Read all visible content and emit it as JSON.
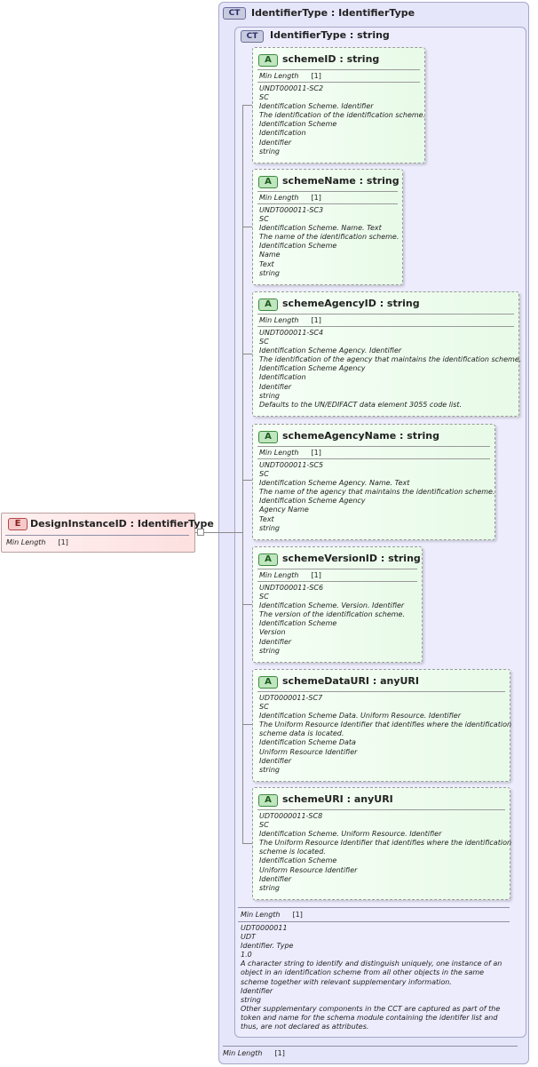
{
  "outer_type": {
    "badge": "CT",
    "title": "IdentifierType : IdentifierType"
  },
  "inner_type": {
    "badge": "CT",
    "title": "IdentifierType : string"
  },
  "attributes": [
    {
      "badge": "A",
      "title": "schemeID : string",
      "min_length_label": "Min Length",
      "min_length_value": "[1]",
      "lines": "UNDT000011-SC2\nSC\nIdentification Scheme. Identifier\nThe identification of the identification scheme.\nIdentification Scheme\nIdentification\nIdentifier\nstring"
    },
    {
      "badge": "A",
      "title": "schemeName : string",
      "min_length_label": "Min Length",
      "min_length_value": "[1]",
      "lines": "UNDT000011-SC3\nSC\nIdentification Scheme. Name. Text\nThe name of the identification scheme.\nIdentification Scheme\nName\nText\nstring"
    },
    {
      "badge": "A",
      "title": "schemeAgencyID : string",
      "min_length_label": "Min Length",
      "min_length_value": "[1]",
      "lines": "UNDT000011-SC4\nSC\nIdentification Scheme Agency. Identifier\nThe identification of the agency that maintains the identification scheme.\nIdentification Scheme Agency\nIdentification\nIdentifier\nstring\nDefaults to the UN/EDIFACT data element 3055 code list."
    },
    {
      "badge": "A",
      "title": "schemeAgencyName : string",
      "min_length_label": "Min Length",
      "min_length_value": "[1]",
      "lines": "UNDT000011-SC5\nSC\nIdentification Scheme Agency. Name. Text\nThe name of the agency that maintains the identification scheme.\nIdentification Scheme Agency\nAgency Name\nText\nstring"
    },
    {
      "badge": "A",
      "title": "schemeVersionID : string",
      "min_length_label": "Min Length",
      "min_length_value": "[1]",
      "lines": "UNDT000011-SC6\nSC\nIdentification Scheme. Version. Identifier\nThe version of the identification scheme.\nIdentification Scheme\nVersion\nIdentifier\nstring"
    },
    {
      "badge": "A",
      "title": "schemeDataURI : anyURI",
      "lines": "UDT0000011-SC7\nSC\nIdentification Scheme Data. Uniform Resource. Identifier\nThe Uniform Resource Identifier that identifies where the identification\nscheme data is located.\nIdentification Scheme Data\nUniform Resource Identifier\nIdentifier\nstring"
    },
    {
      "badge": "A",
      "title": "schemeURI : anyURI",
      "lines": "UDT0000011-SC8\nSC\nIdentification Scheme. Uniform Resource. Identifier\nThe Uniform Resource Identifier that identifies where the identification\nscheme is located.\nIdentification Scheme\nUniform Resource Identifier\nIdentifier\nstring"
    }
  ],
  "inner_footer": {
    "min_length_label": "Min Length",
    "min_length_value": "[1]",
    "lines": "UDT0000011\nUDT\nIdentifier. Type\n1.0\nA character string to identify and distinguish uniquely, one instance of an\nobject in an identification scheme from all other objects in the same\nscheme together with relevant supplementary information.\nIdentifier\nstring\nOther supplementary components in the CCT are captured as part of the\ntoken and name for the schema module containing the identifer list and\nthus, are not declared as attributes."
  },
  "outer_footer": {
    "min_length_label": "Min Length",
    "min_length_value": "[1]"
  },
  "element": {
    "badge": "E",
    "title": "DesignInstanceID : IdentifierType",
    "min_length_label": "Min Length",
    "min_length_value": "[1]"
  }
}
